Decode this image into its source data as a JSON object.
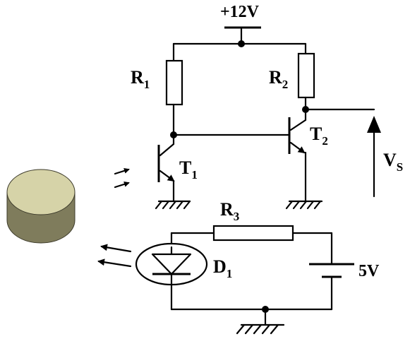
{
  "supply": {
    "label": "+12V"
  },
  "resistors": {
    "r1": {
      "main": "R",
      "sub": "1"
    },
    "r2": {
      "main": "R",
      "sub": "2"
    },
    "r3": {
      "main": "R",
      "sub": "3"
    }
  },
  "transistors": {
    "t1": {
      "main": "T",
      "sub": "1"
    },
    "t2": {
      "main": "T",
      "sub": "2"
    }
  },
  "output": {
    "main": "V",
    "sub": "S"
  },
  "diode": {
    "main": "D",
    "sub": "1"
  },
  "battery": {
    "label": "5V"
  },
  "colors": {
    "object_fill": "#d6d3a8",
    "object_side": "#7f7c5c",
    "line": "#000000"
  },
  "icons": [
    "light-ray-arrows-icon",
    "ground-icon",
    "cylinder-object-icon"
  ]
}
